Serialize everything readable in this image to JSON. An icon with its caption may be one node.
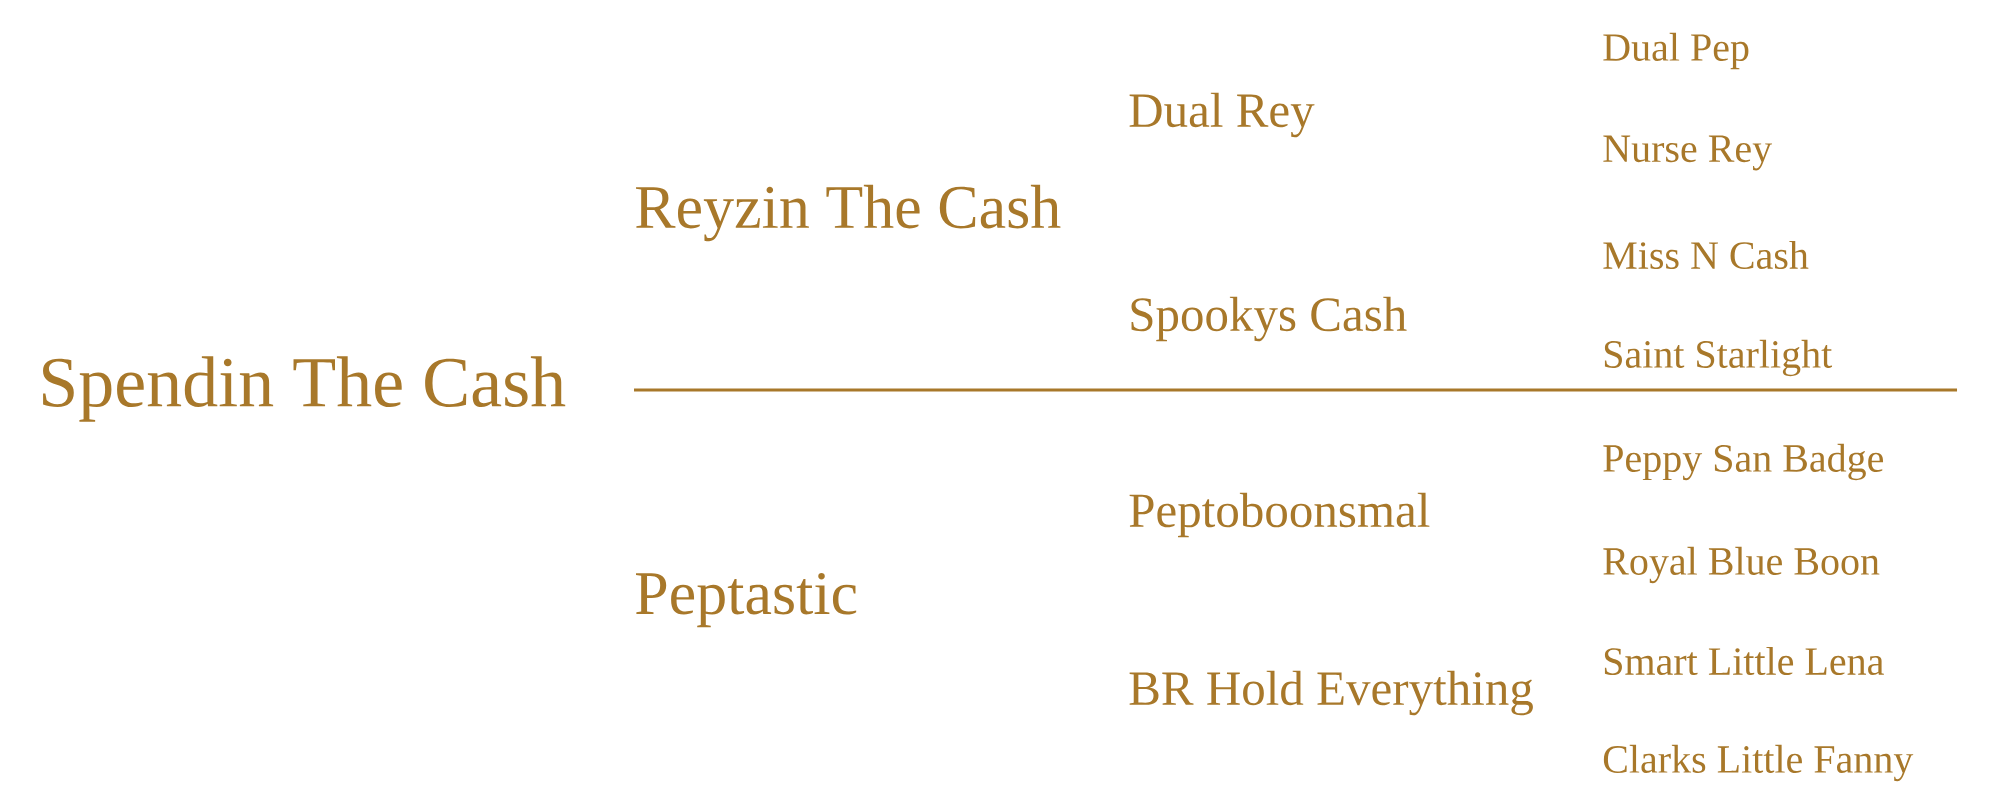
{
  "diagram": {
    "labels": [
      "Dual Pep",
      "Dual Rey",
      "Nurse Rey",
      "Reyzin The Cash",
      "Miss N Cash",
      "Spookys Cash",
      "Spendin The Cash",
      "Saint Starlight",
      "Peppy San Badge",
      "Peptoboonsmal",
      "Royal Blue Boon",
      "Peptastic",
      "Smart Little Lena",
      "BR Hold Everything",
      "Clarks Little Fanny"
    ]
  }
}
